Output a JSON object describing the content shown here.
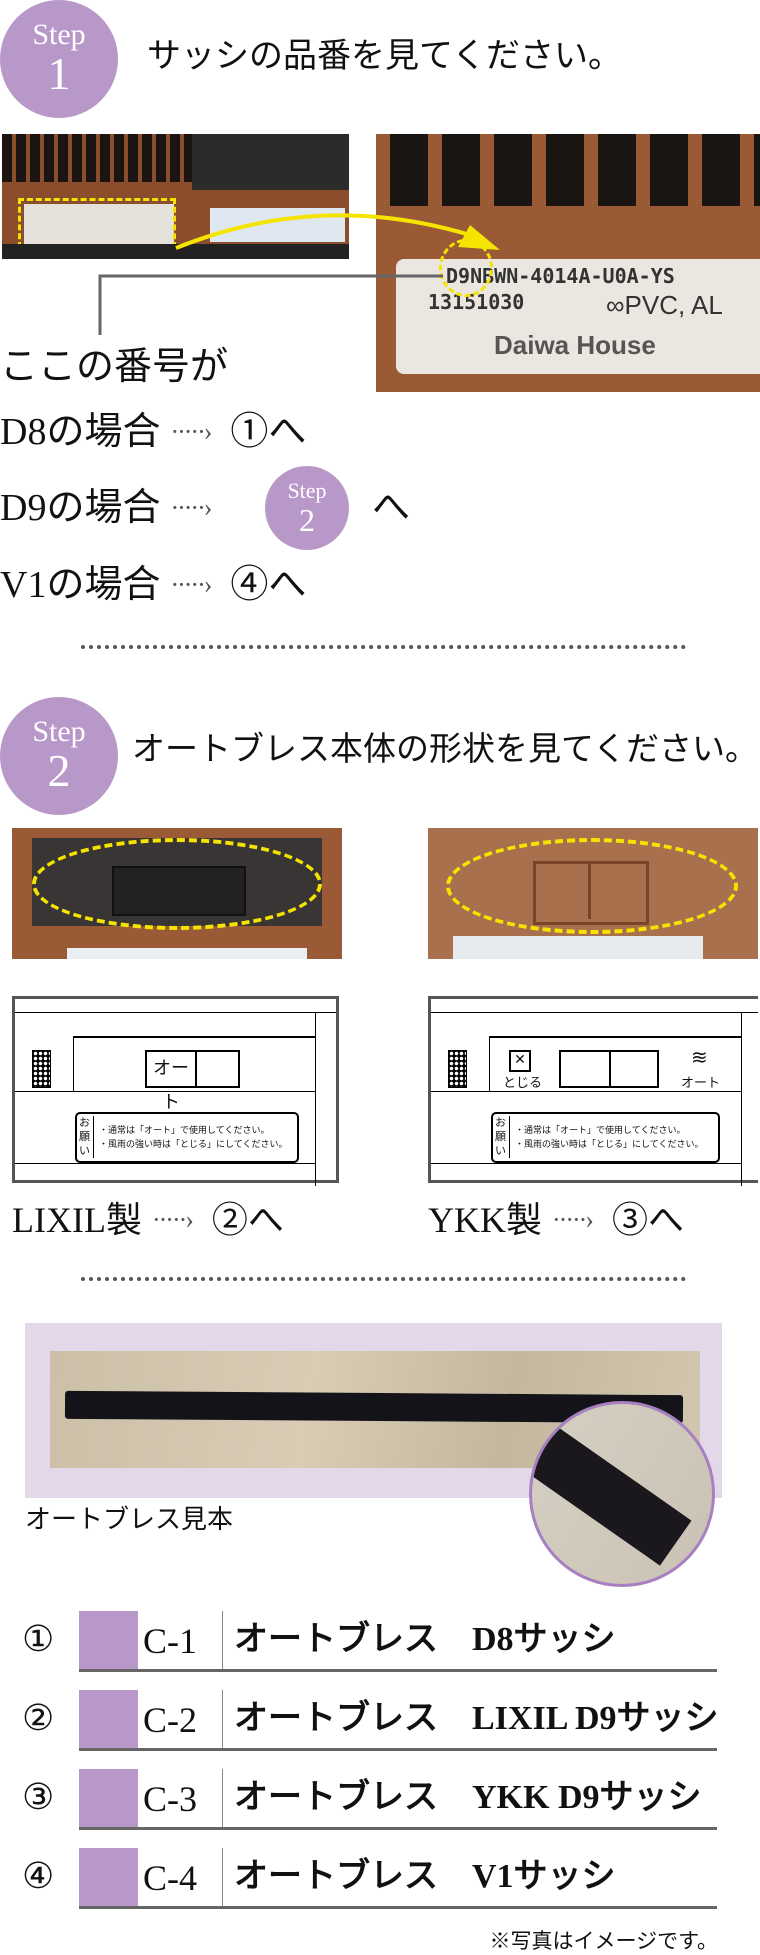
{
  "step1": {
    "badge_word": "Step",
    "badge_num": "1",
    "title": "サッシの品番を見てください。",
    "label_code": "D9NBWN-4014A-U0A-YS",
    "label_serial": "13151030",
    "label_material": "∞PVC, AL",
    "label_brand": "Daiwa House",
    "caption": "ここの番号が",
    "cases": [
      {
        "prefix": "D8の場合",
        "arrow": "·····›",
        "target": "①へ"
      },
      {
        "prefix": "D9の場合",
        "arrow": "·····›",
        "target": "へ",
        "badge_word": "Step",
        "badge_num": "2"
      },
      {
        "prefix": "V1の場合",
        "arrow": "·····›",
        "target": "④へ"
      }
    ]
  },
  "step2": {
    "badge_word": "Step",
    "badge_num": "2",
    "title": "オートブレス本体の形状を見てください。",
    "diagram_auto": "オート",
    "diagram_close": "とじる",
    "notice_head": "お願い",
    "notice_line1": "・通常は「オート」で使用してください。",
    "notice_line2": "・風雨の強い時は「とじる」にしてください。",
    "results": [
      {
        "maker": "LIXIL製",
        "arrow": "·····›",
        "target": "②へ"
      },
      {
        "maker": "YKK製",
        "arrow": "·····›",
        "target": "③へ"
      }
    ]
  },
  "sample": {
    "caption": "オートブレス見本"
  },
  "table": [
    {
      "num": "①",
      "code": "C-1",
      "name": "オートブレス　D8サッシ"
    },
    {
      "num": "②",
      "code": "C-2",
      "name": "オートブレス　LIXIL D9サッシ"
    },
    {
      "num": "③",
      "code": "C-3",
      "name": "オートブレス　YKK D9サッシ"
    },
    {
      "num": "④",
      "code": "C-4",
      "name": "オートブレス　V1サッシ"
    }
  ],
  "note": "※写真はイメージです。",
  "colors": {
    "accent": "#b898c8",
    "sample_bg": "#e3d8ea",
    "highlight": "#f5e400",
    "wood": "#9a5a35"
  }
}
